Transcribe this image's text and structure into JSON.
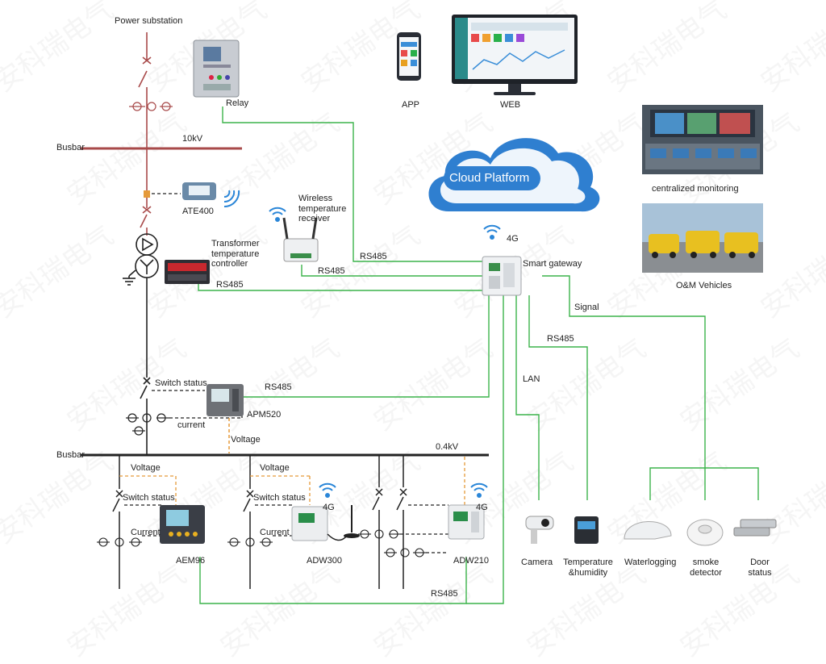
{
  "colors": {
    "red_line": "#a84a4a",
    "black_line": "#222222",
    "green_link": "#3cb44b",
    "orange_dash": "#e59a3a",
    "wifi_blue": "#2a86d8",
    "cloud_blue": "#2f7fd0"
  },
  "watermark": "安科瑞电气",
  "top": {
    "power_substation": "Power substation",
    "relay": "Relay",
    "busbar_hv": "Busbar",
    "hv_voltage": "10kV",
    "ate400": "ATE400",
    "wireless_receiver": "Wireless temperature receiver",
    "transformer_controller": "Transformer temperature controller",
    "rs485_receiver": "RS485",
    "rs485_controller": "RS485",
    "rs485_relay": "RS485"
  },
  "platform": {
    "app": "APP",
    "web": "WEB",
    "cloud": "Cloud Platform",
    "gateway": "Smart gateway",
    "gateway_4g": "4G",
    "centralized_monitoring": "centralized monitoring",
    "om_vehicles": "O&M Vehicles",
    "signal": "Signal",
    "rs485_right": "RS485",
    "lan": "LAN"
  },
  "lv": {
    "switch_status": "Switch status",
    "rs485_apm": "RS485",
    "current": "current",
    "apm520": "APM520",
    "voltage": "Voltage",
    "busbar_lv": "Busbar",
    "lv_voltage": "0.4kV",
    "voltage_aem": "Voltage",
    "voltage_adw300": "Voltage",
    "switch_status_aem": "Switch status",
    "switch_status_adw300": "Switch status",
    "current_aem": "Current",
    "current_adw300": "Current",
    "aem96": "AEM96",
    "adw300": "ADW300",
    "adw210": "ADW210",
    "adw300_4g": "4G",
    "adw210_4g": "4G",
    "rs485_bottom": "RS485"
  },
  "sensors": {
    "camera": "Camera",
    "temperature": "Temperature &humidity",
    "waterlogging": "Waterlogging",
    "smoke": "smoke detector",
    "door": "Door status"
  }
}
